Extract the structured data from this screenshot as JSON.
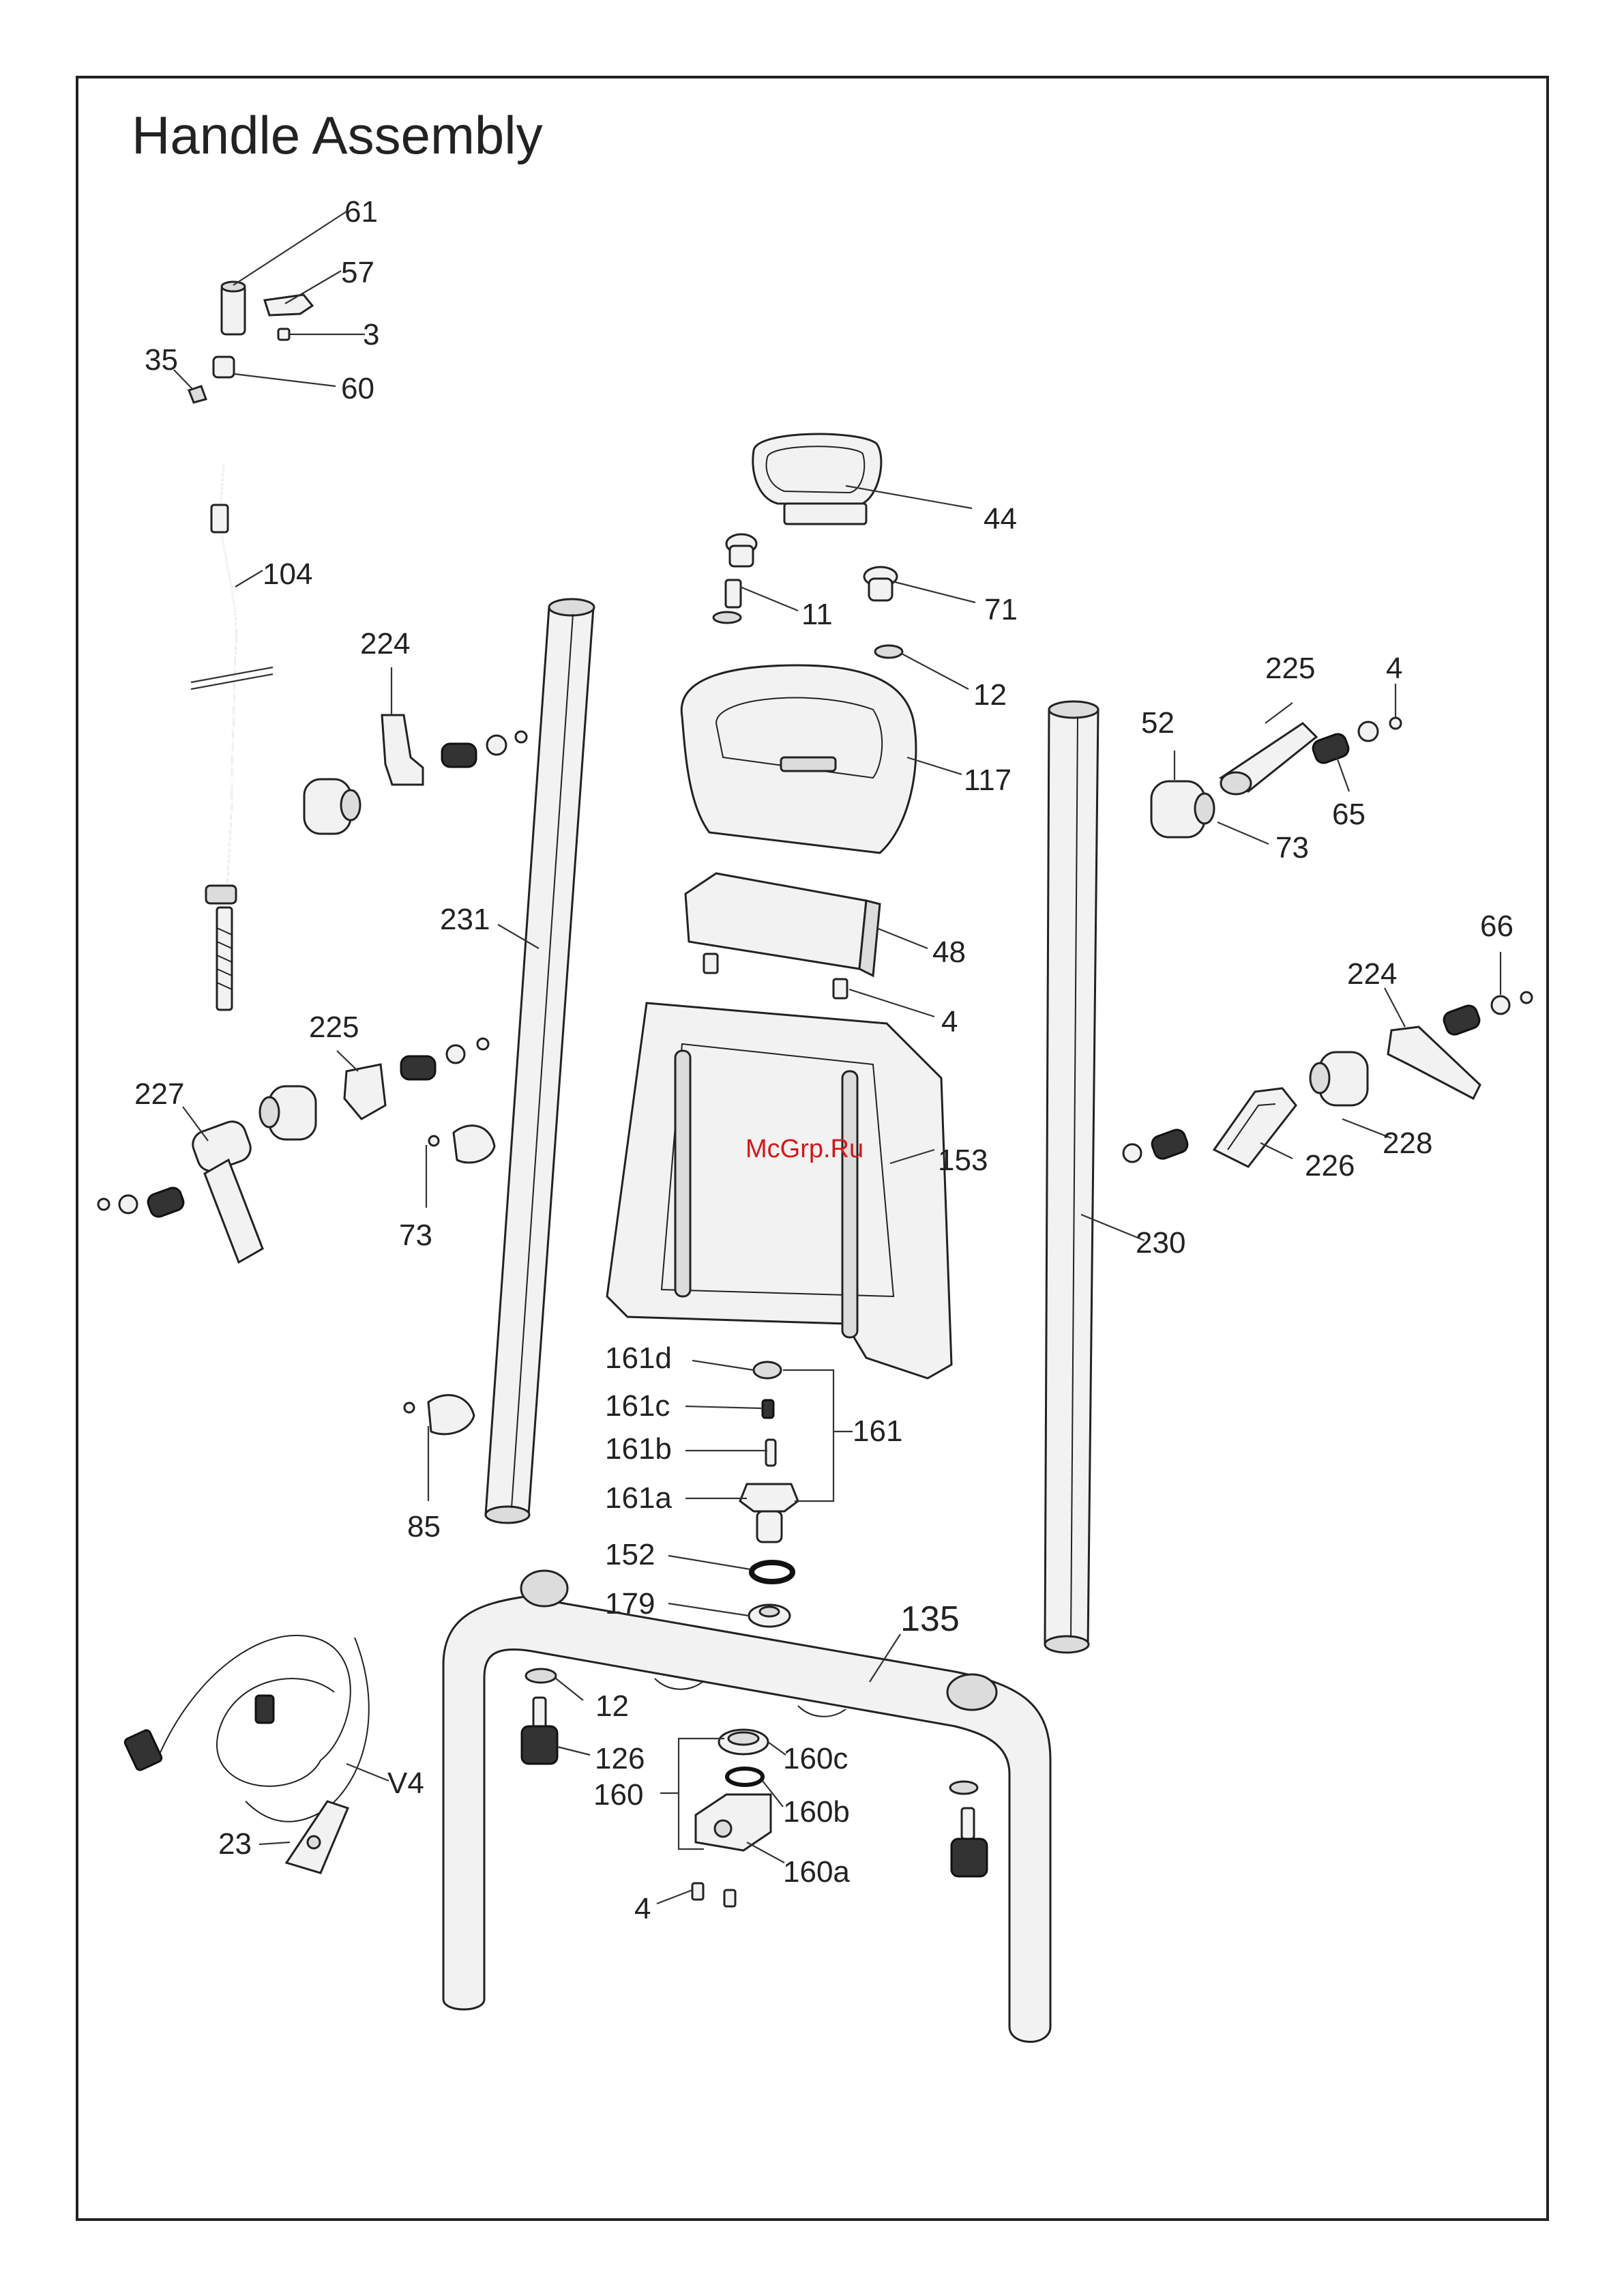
{
  "title": "Handle Assembly",
  "watermark": "McGrp.Ru",
  "labels": {
    "l61": "61",
    "l57": "57",
    "l3": "3",
    "l35": "35",
    "l60": "60",
    "l104": "104",
    "l224a": "224",
    "l44": "44",
    "l11": "11",
    "l71": "71",
    "l12a": "12",
    "l117": "117",
    "l225a": "225",
    "l4a": "4",
    "l52": "52",
    "l65": "65",
    "l73a": "73",
    "l231": "231",
    "l48": "48",
    "l4b": "4",
    "l66": "66",
    "l224b": "224",
    "l225b": "225",
    "l227": "227",
    "l153": "153",
    "l228": "228",
    "l226": "226",
    "l73b": "73",
    "l230": "230",
    "l161d": "161d",
    "l161c": "161c",
    "l161": "161",
    "l161b": "161b",
    "l161a": "161a",
    "l85": "85",
    "l152": "152",
    "l179": "179",
    "l135": "135",
    "l12b": "12",
    "l126": "126",
    "l160c": "160c",
    "lV4": "V4",
    "l160": "160",
    "l160b": "160b",
    "l23": "23",
    "l160a": "160a",
    "l4c": "4"
  }
}
